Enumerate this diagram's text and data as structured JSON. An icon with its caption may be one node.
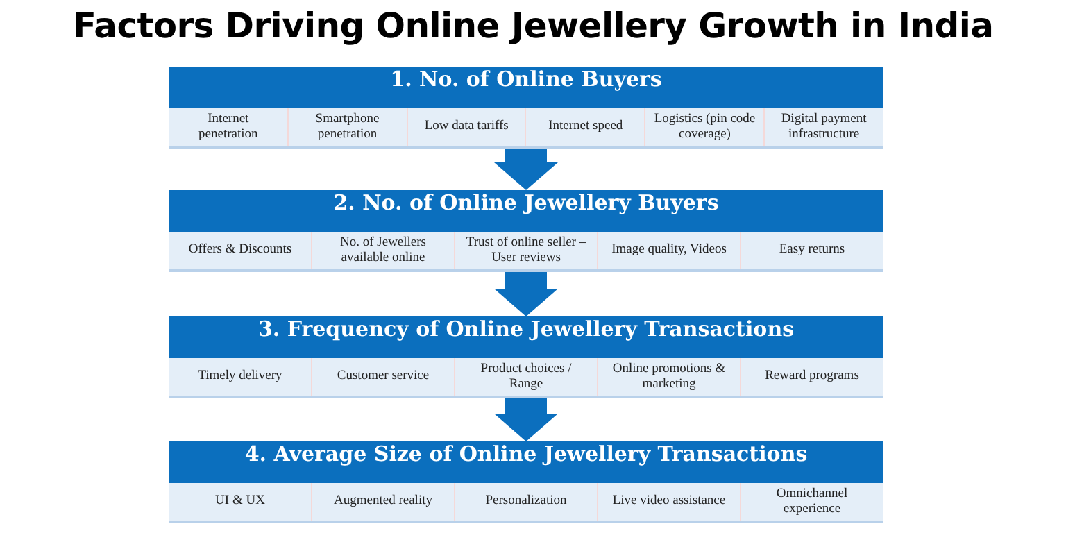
{
  "diagram": {
    "title": "Factors Driving Online Jewellery Growth in India",
    "nodes": [
      {
        "text": [
          "1. No. of Online Buyers"
        ]
      },
      {
        "text": [
          "Internet penetration"
        ],
        "in": 0
      },
      {
        "text": [
          "Smartphone penetration"
        ],
        "in": 0
      },
      {
        "text": [
          "Low data tariffs"
        ],
        "in": 0
      },
      {
        "text": [
          "Internet speed"
        ],
        "in": 0
      },
      {
        "text": [
          "Logistics (pin code coverage)"
        ],
        "in": 0
      },
      {
        "text": [
          "Digital payment infrastructure"
        ],
        "in": 0
      },
      {
        "text": [
          "2. No. of Online Jewellery Buyers"
        ]
      },
      {
        "text": [
          "Offers & Discounts"
        ],
        "in": 7
      },
      {
        "text": [
          "No. of Jewellers available online"
        ],
        "in": 7
      },
      {
        "text": [
          "Trust of online seller – User reviews"
        ],
        "in": 7
      },
      {
        "text": [
          "Image quality, Videos"
        ],
        "in": 7
      },
      {
        "text": [
          "Easy returns"
        ],
        "in": 7
      },
      {
        "text": [
          "3. Frequency of Online Jewellery Transactions"
        ]
      },
      {
        "text": [
          "Timely delivery"
        ],
        "in": 13
      },
      {
        "text": [
          "Customer service"
        ],
        "in": 13
      },
      {
        "text": [
          "Product choices / Range"
        ],
        "in": 13
      },
      {
        "text": [
          "Online promotions & marketing"
        ],
        "in": 13
      },
      {
        "text": [
          "Reward programs"
        ],
        "in": 13
      },
      {
        "text": [
          "4. Average Size of Online Jewellery Transactions"
        ]
      },
      {
        "text": [
          "UI & UX"
        ],
        "in": 19
      },
      {
        "text": [
          "Augmented reality"
        ],
        "in": 19
      },
      {
        "text": [
          "Personalization"
        ],
        "in": 19
      },
      {
        "text": [
          "Live video assistance"
        ],
        "in": 19
      },
      {
        "text": [
          "Omnichannel experience"
        ],
        "in": 19
      }
    ],
    "edges": [
      {
        "from": 0,
        "to": 7,
        "arrow": "to"
      },
      {
        "from": 7,
        "to": 13,
        "arrow": "to"
      },
      {
        "from": 13,
        "to": 19,
        "arrow": "to"
      }
    ]
  }
}
